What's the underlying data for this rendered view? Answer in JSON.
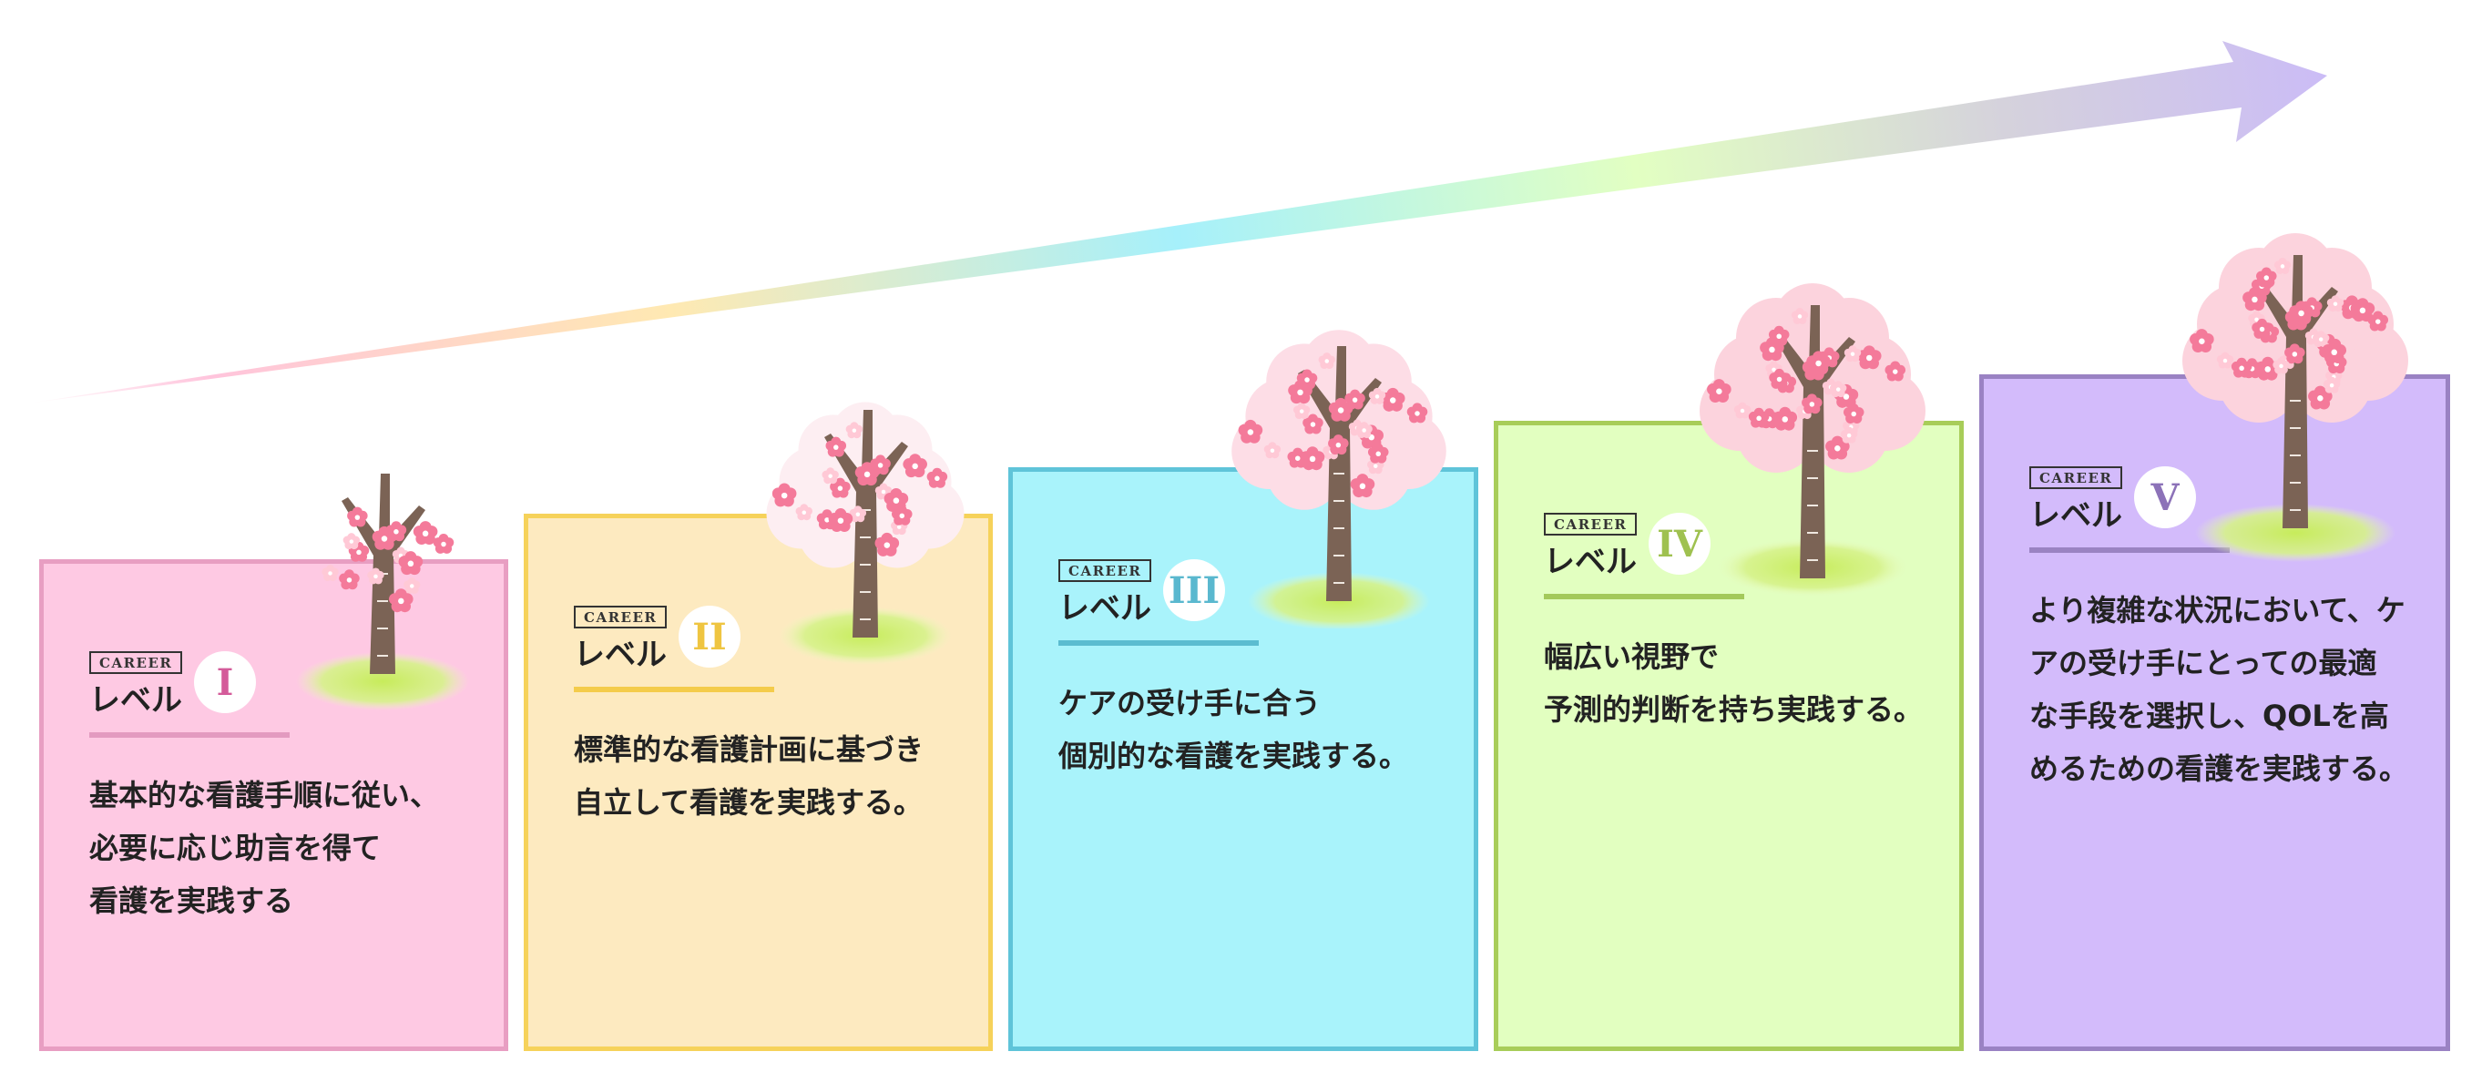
{
  "arrow": {
    "gradient_colors": [
      "#ffc4dc",
      "#ffe9b2",
      "#a6f0fb",
      "#e2ffc2",
      "#ccc6e6",
      "#cbbcf6"
    ]
  },
  "levels": [
    {
      "career": "CAREER",
      "label": "レベル",
      "numeral": "I",
      "description": "基本的な看護手順に従い、\n必要に応じ助言を得て\n看護を実践する",
      "colors": {
        "fill": "#fec9e3",
        "border": "#e89ec2",
        "numeral": "#d45b9a",
        "underline": "#e39ac0"
      }
    },
    {
      "career": "CAREER",
      "label": "レベル",
      "numeral": "II",
      "description": "標準的な看護計画に基づき\n自立して看護を実践する。",
      "colors": {
        "fill": "#fdeac0",
        "border": "#f6d25a",
        "numeral": "#efc541",
        "underline": "#f4cc4b"
      }
    },
    {
      "career": "CAREER",
      "label": "レベル",
      "numeral": "III",
      "description": "ケアの受け手に合う\n個別的な看護を実践する。",
      "colors": {
        "fill": "#a9f3fb",
        "border": "#5fc4d9",
        "numeral": "#5ab8cf",
        "underline": "#5bbcd0"
      }
    },
    {
      "career": "CAREER",
      "label": "レベル",
      "numeral": "IV",
      "description": "幅広い視野で\n予測的判断を持ち実践する。",
      "colors": {
        "fill": "#e2ffc0",
        "border": "#a8cd59",
        "numeral": "#9fc150",
        "underline": "#a3c95a"
      }
    },
    {
      "career": "CAREER",
      "label": "レベル",
      "numeral": "V",
      "description": "より複雑な状況において、ケ\nアの受け手にとっての最適\nな手段を選択し、QOLを高\nめるための看護を実践する。",
      "colors": {
        "fill": "#d3bbfb",
        "border": "#9a82c3",
        "numeral": "#8c72b8",
        "underline": "#9a83c2"
      }
    }
  ]
}
